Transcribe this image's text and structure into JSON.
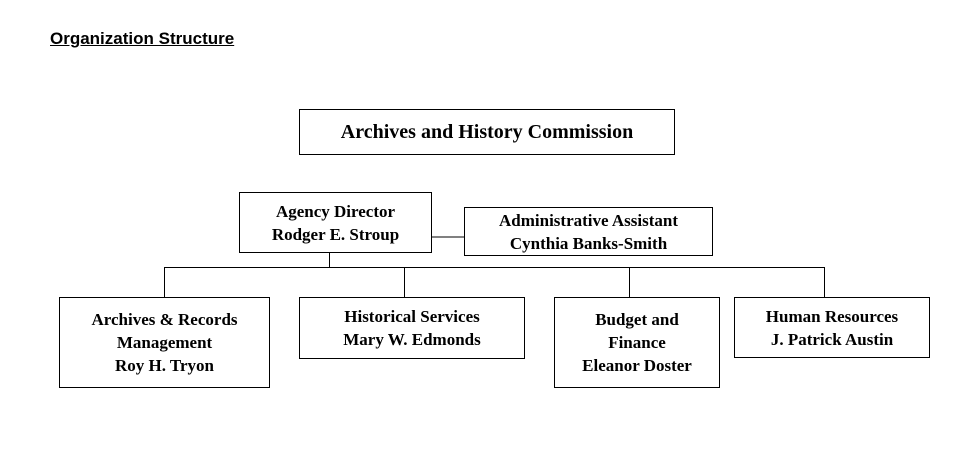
{
  "heading": "Organization Structure",
  "commission": {
    "title": "Archives and History Commission"
  },
  "director": {
    "role": "Agency Director",
    "name": "Rodger E. Stroup"
  },
  "assistant": {
    "role": "Administrative Assistant",
    "name": "Cynthia Banks-Smith"
  },
  "divisions": [
    {
      "lines": [
        "Archives & Records",
        "Management",
        "Roy H. Tryon"
      ]
    },
    {
      "lines": [
        "Historical Services",
        "Mary W. Edmonds"
      ]
    },
    {
      "lines": [
        "Budget and",
        "Finance",
        "Eleanor Doster"
      ]
    },
    {
      "lines": [
        "Human Resources",
        "J. Patrick Austin"
      ]
    }
  ]
}
